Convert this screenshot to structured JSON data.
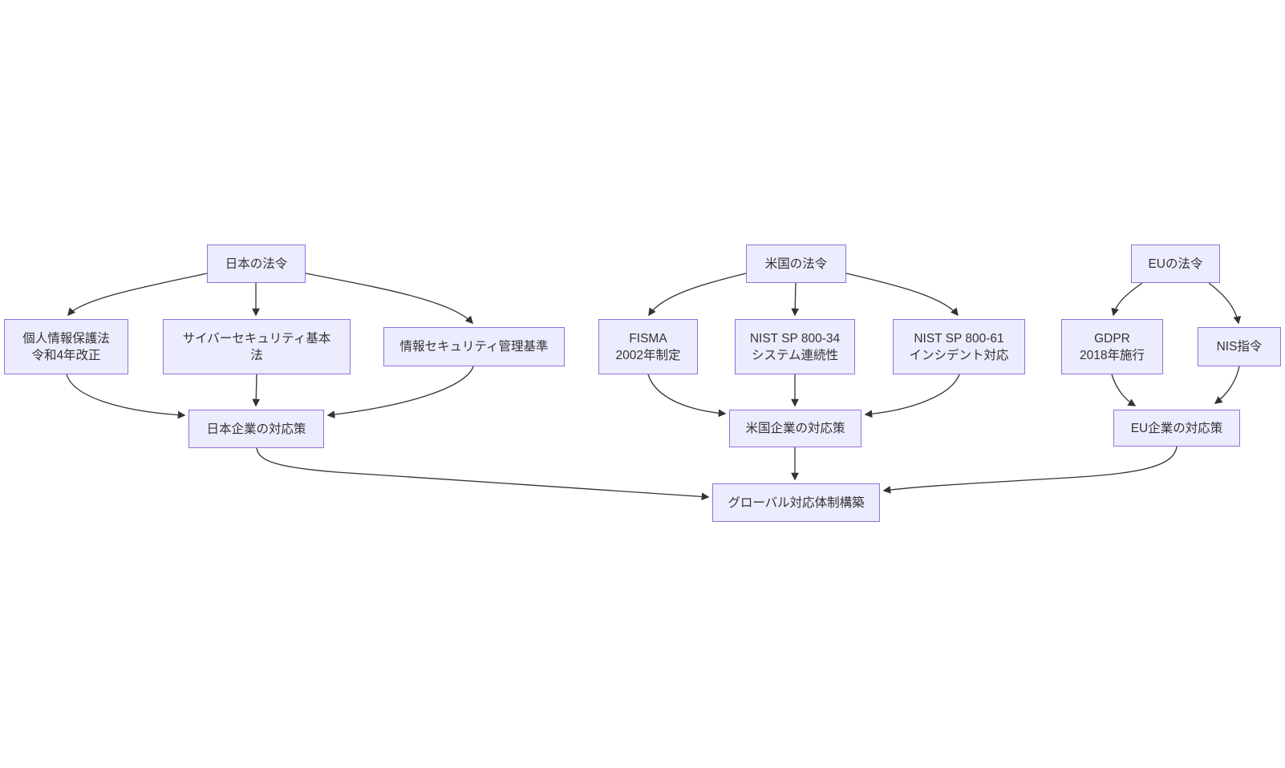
{
  "diagram": {
    "type": "flowchart",
    "direction": "top-down",
    "colors": {
      "page_bg": "#FFFFFF",
      "node_fill": "#ECECFF",
      "node_border": "#9370DB",
      "node_text": "#333333",
      "edge_line": "#333333"
    },
    "nodes": {
      "jp_law": {
        "lines": [
          "日本の法令"
        ]
      },
      "jp_pipl": {
        "lines": [
          "個人情報保護法",
          "令和4年改正"
        ]
      },
      "jp_cyber": {
        "lines": [
          "サイバーセキュリティ基本",
          "法"
        ]
      },
      "jp_ism": {
        "lines": [
          "情報セキュリティ管理基準"
        ]
      },
      "jp_resp": {
        "lines": [
          "日本企業の対応策"
        ]
      },
      "us_law": {
        "lines": [
          "米国の法令"
        ]
      },
      "us_fisma": {
        "lines": [
          "FISMA",
          "2002年制定"
        ]
      },
      "us_nist34": {
        "lines": [
          "NIST SP 800-34",
          "システム連続性"
        ]
      },
      "us_nist61": {
        "lines": [
          "NIST SP 800-61",
          "インシデント対応"
        ]
      },
      "us_resp": {
        "lines": [
          "米国企業の対応策"
        ]
      },
      "eu_law": {
        "lines": [
          "EUの法令"
        ]
      },
      "eu_gdpr": {
        "lines": [
          "GDPR",
          "2018年施行"
        ]
      },
      "eu_nis": {
        "lines": [
          "NIS指令"
        ]
      },
      "eu_resp": {
        "lines": [
          "EU企業の対応策"
        ]
      },
      "global": {
        "lines": [
          "グローバル対応体制構築"
        ]
      }
    },
    "edges": [
      {
        "from": "jp_law",
        "to": "jp_pipl"
      },
      {
        "from": "jp_law",
        "to": "jp_cyber"
      },
      {
        "from": "jp_law",
        "to": "jp_ism"
      },
      {
        "from": "jp_pipl",
        "to": "jp_resp"
      },
      {
        "from": "jp_cyber",
        "to": "jp_resp"
      },
      {
        "from": "jp_ism",
        "to": "jp_resp"
      },
      {
        "from": "jp_resp",
        "to": "global"
      },
      {
        "from": "us_law",
        "to": "us_fisma"
      },
      {
        "from": "us_law",
        "to": "us_nist34"
      },
      {
        "from": "us_law",
        "to": "us_nist61"
      },
      {
        "from": "us_fisma",
        "to": "us_resp"
      },
      {
        "from": "us_nist34",
        "to": "us_resp"
      },
      {
        "from": "us_nist61",
        "to": "us_resp"
      },
      {
        "from": "us_resp",
        "to": "global"
      },
      {
        "from": "eu_law",
        "to": "eu_gdpr"
      },
      {
        "from": "eu_law",
        "to": "eu_nis"
      },
      {
        "from": "eu_gdpr",
        "to": "eu_resp"
      },
      {
        "from": "eu_nis",
        "to": "eu_resp"
      },
      {
        "from": "eu_resp",
        "to": "global"
      }
    ]
  }
}
